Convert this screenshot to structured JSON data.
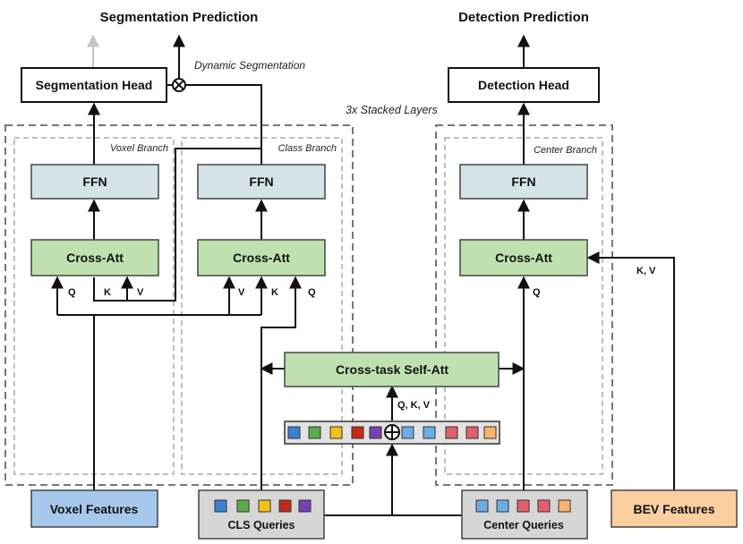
{
  "titles": {
    "segmentation_prediction": "Segmentation Prediction",
    "detection_prediction": "Detection Prediction",
    "dynamic_segmentation": "Dynamic Segmentation",
    "stacked_layers": "3x Stacked Layers"
  },
  "heads": {
    "segmentation": "Segmentation Head",
    "detection": "Detection Head"
  },
  "branches": {
    "voxel": "Voxel Branch",
    "class": "Class Branch",
    "center": "Center Branch"
  },
  "blocks": {
    "ffn": "FFN",
    "cross_att": "Cross-Att",
    "cross_task_self_att": "Cross-task Self-Att"
  },
  "wire_labels": {
    "q": "Q",
    "k": "K",
    "v": "V",
    "qkv": "Q, K, V",
    "kv": "K, V"
  },
  "inputs": {
    "voxel_features": "Voxel Features",
    "cls_queries": "CLS Queries",
    "center_queries": "Center Queries",
    "bev_features": "BEV Features"
  },
  "colors": {
    "ffn_fill": "#d3e3e8",
    "att_fill": "#bfe1b0",
    "voxel_fill": "#a6c8ec",
    "bev_fill": "#fbcf9f",
    "query_fill": "#d6d6d6",
    "cls_tokens": [
      "#3f7fd0",
      "#58ab48",
      "#f3c019",
      "#c42b1c",
      "#7a3fb2"
    ],
    "center_tokens": [
      "#6aade4",
      "#6aade4",
      "#e05f6a",
      "#e05f6a",
      "#f7b46a"
    ],
    "concat_tokens": [
      "#3f7fd0",
      "#58ab48",
      "#f3c019",
      "#c42b1c",
      "#7a3fb2",
      "#6aade4",
      "#6aade4",
      "#e05f6a",
      "#e05f6a",
      "#f7b46a"
    ]
  }
}
